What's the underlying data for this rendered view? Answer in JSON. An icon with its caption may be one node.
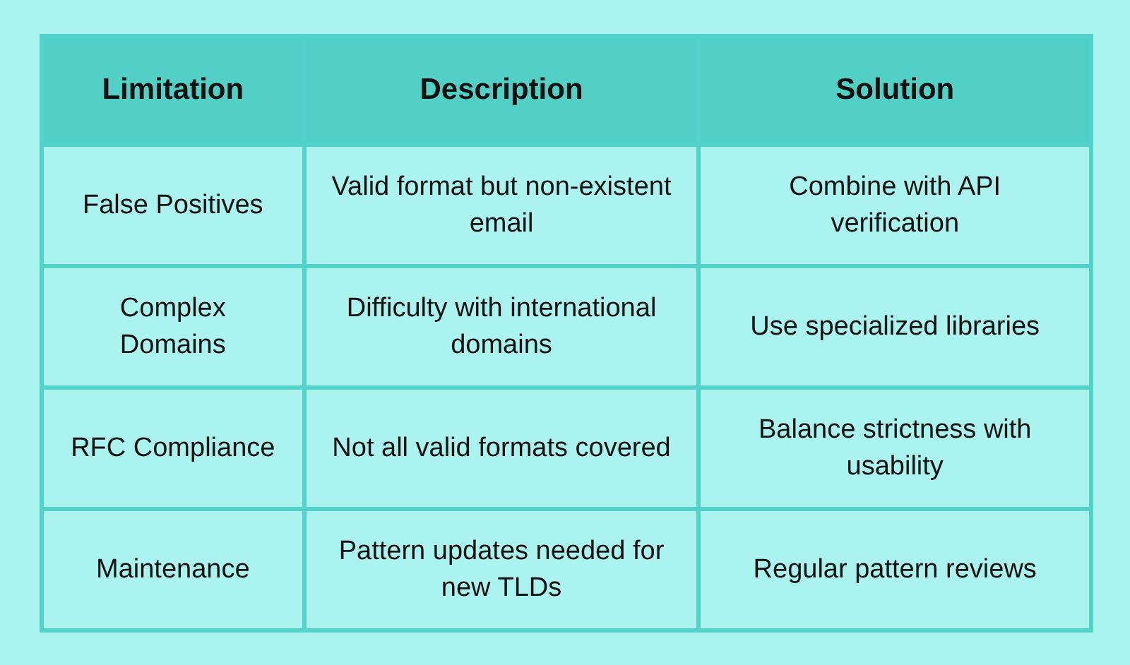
{
  "diagram": {
    "labels": [
      "Limitation",
      "Description",
      "Solution",
      "False Positives",
      "Valid format but non-existent email",
      "Combine with API verification",
      "Complex Domains",
      "Difficulty with international domains",
      "Use specialized libraries",
      "RFC Compliance",
      "Not all valid formats covered",
      "Balance strictness with usability",
      "Maintenance",
      "Pattern updates needed for new TLDs",
      "Regular pattern reviews"
    ]
  }
}
